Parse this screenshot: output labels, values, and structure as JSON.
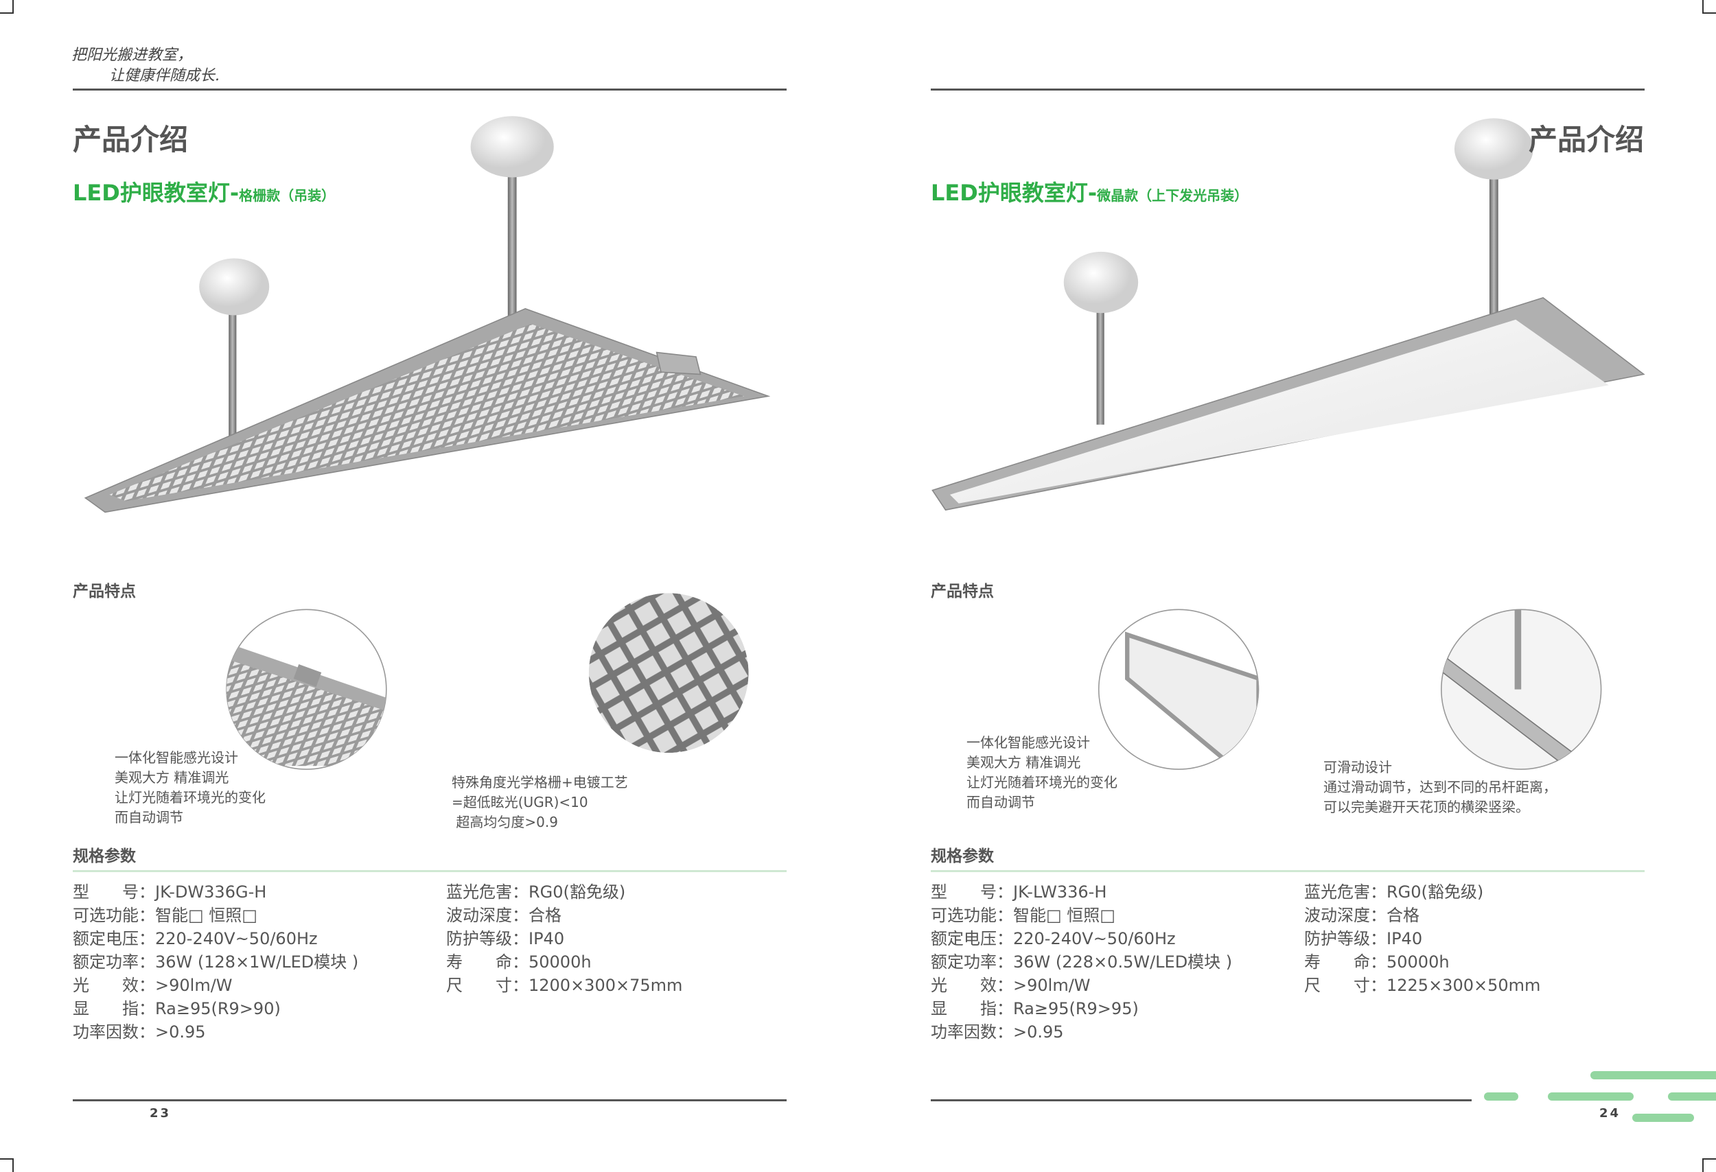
{
  "slogan": {
    "line1": "把阳光搬进教室，",
    "line2": "让健康伴随成长."
  },
  "colors": {
    "brand_green": "#2fae48",
    "accent_bar": "#93d6a0",
    "text": "#555555"
  },
  "left_page": {
    "title": "产品介绍",
    "subtitle_main": "LED护眼教室灯-",
    "subtitle_small": "格栅款（吊装）",
    "features_heading": "产品特点",
    "feature1": [
      "一体化智能感光设计",
      "美观大方  精准调光",
      "让灯光随着环境光的变化",
      "而自动调节"
    ],
    "feature2": [
      "特殊角度光学格栅+电镀工艺",
      "=超低眩光(UGR)<10",
      " 超高均匀度>0.9"
    ],
    "specs_heading": "规格参数",
    "specs_col1": [
      "型　　号：JK-DW336G-H",
      "可选功能：智能□ 恒照□",
      "额定电压：220-240V~50/60Hz",
      "额定功率：36W (128×1W/LED模块 )",
      "光　　效：>90lm/W",
      "显　　指：Ra≥95(R9>90)",
      "功率因数：>0.95"
    ],
    "specs_col2": [
      "蓝光危害：RG0(豁免级)",
      "波动深度：合格",
      "防护等级：IP40",
      "寿　　命：50000h",
      "尺　　寸：1200×300×75mm"
    ],
    "page_number": "23"
  },
  "right_page": {
    "title": "产品介绍",
    "subtitle_main": "LED护眼教室灯-",
    "subtitle_small": "微晶款（上下发光吊装）",
    "features_heading": "产品特点",
    "feature1": [
      "一体化智能感光设计",
      "美观大方  精准调光",
      "让灯光随着环境光的变化",
      "而自动调节"
    ],
    "feature2": [
      "可滑动设计",
      "通过滑动调节，达到不同的吊杆距离，",
      "可以完美避开天花顶的横梁竖梁。"
    ],
    "specs_heading": "规格参数",
    "specs_col1": [
      "型　　号：JK-LW336-H",
      "可选功能：智能□ 恒照□",
      "额定电压：220-240V~50/60Hz",
      "额定功率：36W (228×0.5W/LED模块 )",
      "光　　效：>90lm/W",
      "显　　指：Ra≥95(R9>95)",
      "功率因数：>0.95"
    ],
    "specs_col2": [
      "蓝光危害：RG0(豁免级)",
      "波动深度：合格",
      "防护等级：IP40",
      "寿　　命：50000h",
      "尺　　寸：1225×300×50mm"
    ],
    "page_number": "24"
  }
}
